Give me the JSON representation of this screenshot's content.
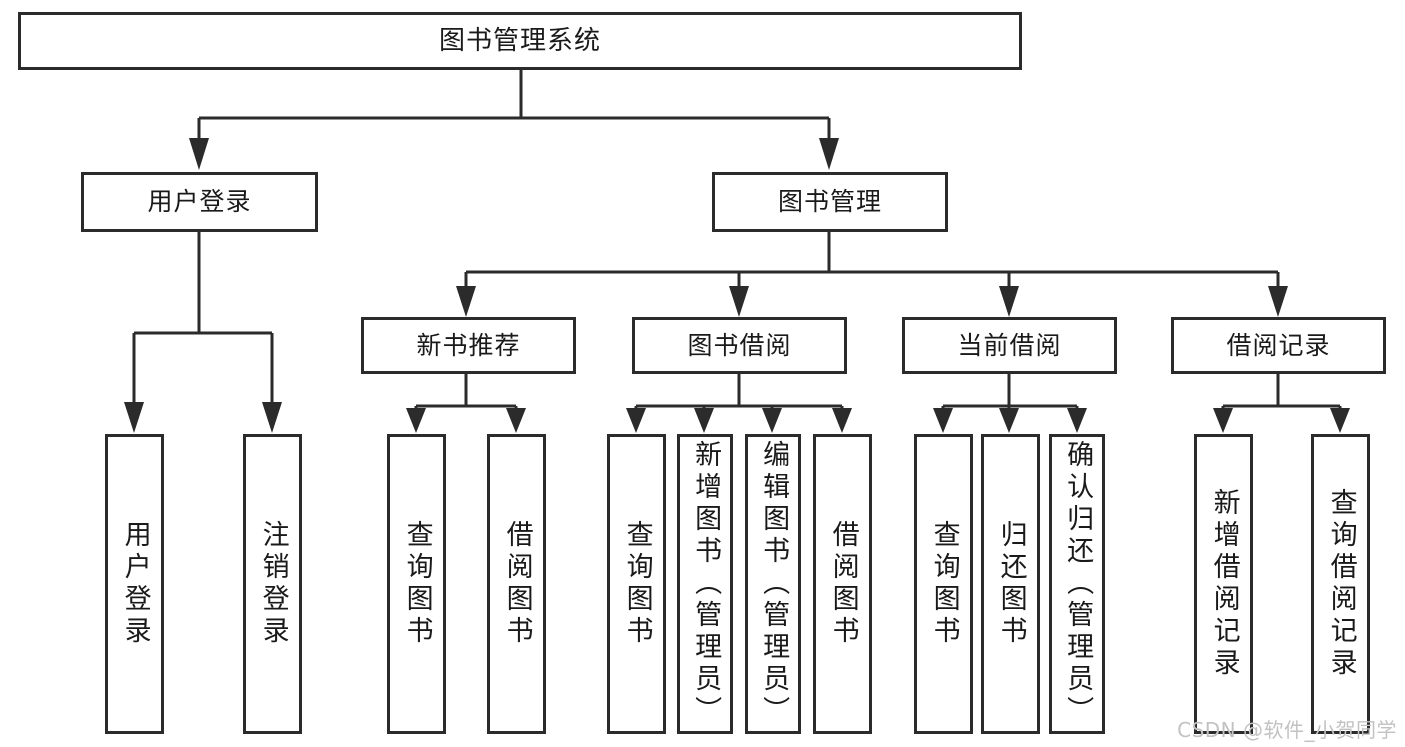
{
  "diagram": {
    "title_node": {
      "label": "图书管理系统"
    },
    "watermark": "CSDN @软件_小贺同学",
    "nodes": {
      "root": {
        "label": "图书管理系统"
      },
      "user_login": {
        "label": "用户登录"
      },
      "book_manage": {
        "label": "图书管理"
      },
      "new_book_rec": {
        "label": "新书推荐"
      },
      "book_borrow": {
        "label": "图书借阅"
      },
      "current_borrow": {
        "label": "当前借阅"
      },
      "borrow_record": {
        "label": "借阅记录"
      },
      "leaf_user_login": {
        "label": "用户登录"
      },
      "leaf_logout": {
        "label": "注销登录"
      },
      "leaf_query_book_a": {
        "label": "查询图书"
      },
      "leaf_borrow_book_a": {
        "label": "借阅图书"
      },
      "leaf_query_book_b": {
        "label": "查询图书"
      },
      "leaf_add_book": {
        "label": "新增图书（管理员）"
      },
      "leaf_edit_book": {
        "label": "编辑图书（管理员）"
      },
      "leaf_borrow_book_b": {
        "label": "借阅图书"
      },
      "leaf_query_book_c": {
        "label": "查询图书"
      },
      "leaf_return_book": {
        "label": "归还图书"
      },
      "leaf_confirm_return": {
        "label": "确认归还（管理员）"
      },
      "leaf_add_record": {
        "label": "新增借阅记录"
      },
      "leaf_query_record": {
        "label": "查询借阅记录"
      }
    },
    "colors": {
      "stroke": "#2b2b2b",
      "fill": "#ffffff",
      "text": "#1a1a1a",
      "watermark": "#c2c2c2"
    }
  },
  "chart_data": {
    "type": "diagram",
    "subtype": "tree-hierarchy",
    "title": "图书管理系统",
    "orientation": "top-down",
    "levels": 4,
    "tree": {
      "label": "图书管理系统",
      "children": [
        {
          "label": "用户登录",
          "children": [
            {
              "label": "用户登录"
            },
            {
              "label": "注销登录"
            }
          ]
        },
        {
          "label": "图书管理",
          "children": [
            {
              "label": "新书推荐",
              "children": [
                {
                  "label": "查询图书"
                },
                {
                  "label": "借阅图书"
                }
              ]
            },
            {
              "label": "图书借阅",
              "children": [
                {
                  "label": "查询图书"
                },
                {
                  "label": "新增图书（管理员）"
                },
                {
                  "label": "编辑图书（管理员）"
                },
                {
                  "label": "借阅图书"
                }
              ]
            },
            {
              "label": "当前借阅",
              "children": [
                {
                  "label": "查询图书"
                },
                {
                  "label": "归还图书"
                },
                {
                  "label": "确认归还（管理员）"
                }
              ]
            },
            {
              "label": "借阅记录",
              "children": [
                {
                  "label": "新增借阅记录"
                },
                {
                  "label": "查询借阅记录"
                }
              ]
            }
          ]
        }
      ]
    }
  }
}
